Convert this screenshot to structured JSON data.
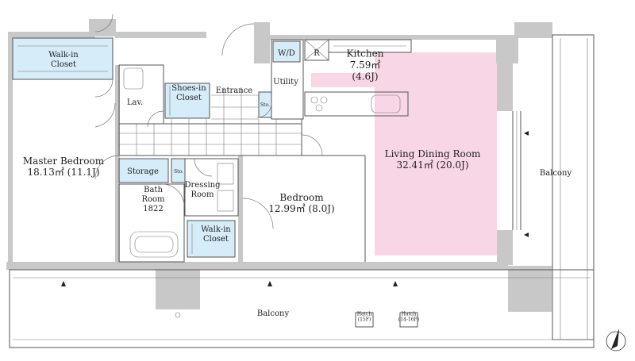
{
  "rooms": {
    "walk_in_closet_1": "Walk-in\nCloset",
    "lav": "Lav.",
    "shoes_in_closet": "Shoes-in\nCloset",
    "entrance": "Entrance",
    "wd": "W/D",
    "refrigerator": "R",
    "utility": "Utility",
    "storage_small_1": "Sto.",
    "kitchen": "Kitchen\n7.59㎡\n(4.6J)",
    "master_bedroom": "Master Bedroom\n18.13㎡ (11.1J)",
    "storage": "Storage",
    "storage_small_2": "Sto.",
    "dressing_room": "Dressing\nRoom",
    "bath_room": "Bath\nRoom\n1822",
    "walk_in_closet_2": "Walk-in\nCloset",
    "bedroom": "Bedroom\n12.99㎡ (8.0J)",
    "living_dining_room": "Living Dining Room\n32.41㎡ (20.0J)",
    "balcony_right": "Balcony",
    "balcony_bottom": "Balcony"
  },
  "hatches": [
    "Hatch\n(15F)",
    "Hatch\n(14-16F)"
  ],
  "colors": {
    "closet_fill": "#d6ecf8",
    "living_fill": "#f8d6e6",
    "wall_fill": "#c8c8c8",
    "line": "#555555"
  },
  "icons": {
    "north": "north-arrow-icon"
  }
}
